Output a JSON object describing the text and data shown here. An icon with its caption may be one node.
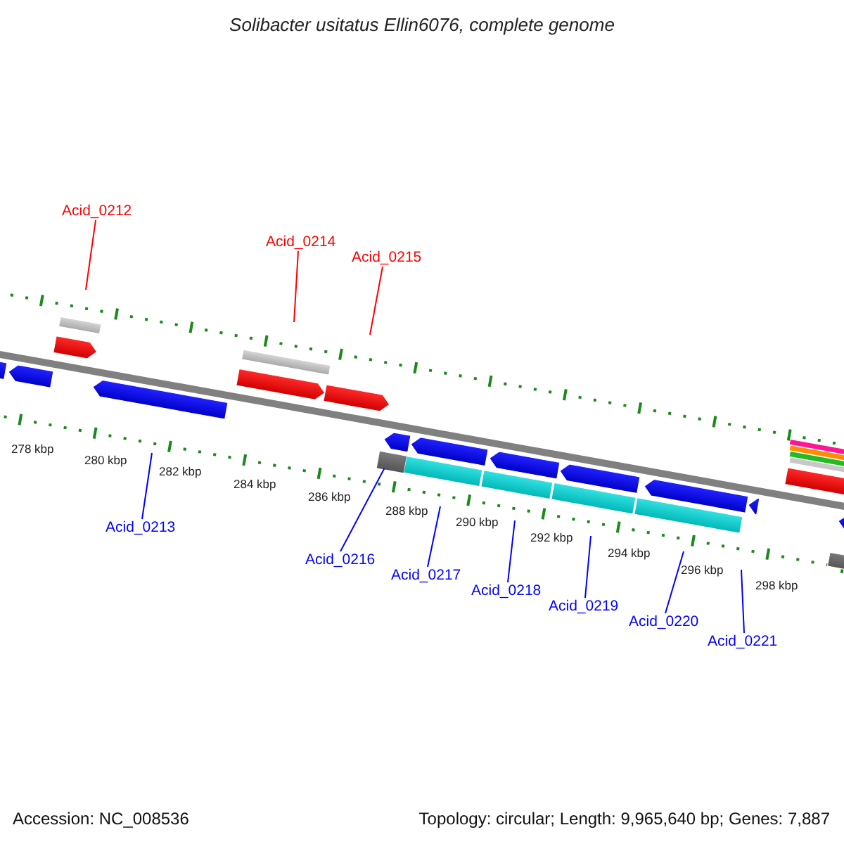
{
  "diagram": {
    "title": "Solibacter usitatus Ellin6076, complete genome",
    "nodes": [
      {
        "text": [
          "Acid_0212"
        ]
      },
      {
        "text": [
          "Acid_0214"
        ]
      },
      {
        "text": [
          "Acid_0215"
        ]
      },
      {
        "text": [
          "Acid_0213"
        ]
      },
      {
        "text": [
          "Acid_0216"
        ]
      },
      {
        "text": [
          "Acid_0217"
        ]
      },
      {
        "text": [
          "Acid_0218"
        ]
      },
      {
        "text": [
          "Acid_0219"
        ]
      },
      {
        "text": [
          "Acid_0220"
        ]
      },
      {
        "text": [
          "Acid_0221"
        ]
      },
      {
        "text": [],
        "shape": "bar"
      }
    ],
    "edges": [
      {
        "from": 0,
        "to": null,
        "arrow": "none",
        "color": "#ff0000"
      },
      {
        "from": 1,
        "to": null,
        "arrow": "none",
        "color": "#ff0000"
      },
      {
        "from": 2,
        "to": null,
        "arrow": "none",
        "color": "#ff0000"
      },
      {
        "from": 3,
        "to": null,
        "arrow": "none"
      },
      {
        "from": 4,
        "to": 10,
        "arrow": "none"
      },
      {
        "from": 5,
        "to": null,
        "arrow": "none"
      },
      {
        "from": 6,
        "to": null,
        "arrow": "none"
      },
      {
        "from": 7,
        "to": null,
        "arrow": "none"
      },
      {
        "from": 8,
        "to": null,
        "arrow": "none"
      },
      {
        "from": 9,
        "to": null,
        "arrow": "none"
      }
    ],
    "labels": [
      "278 kbp",
      "280 kbp",
      "282 kbp",
      "284 kbp",
      "286 kbp",
      "288 kbp",
      "290 kbp",
      "292 kbp",
      "294 kbp",
      "296 kbp",
      "298 kbp",
      "Accession: NC_008536",
      "Topology: circular; Length: 9,965,640 bp; Genes: 7,887"
    ]
  }
}
